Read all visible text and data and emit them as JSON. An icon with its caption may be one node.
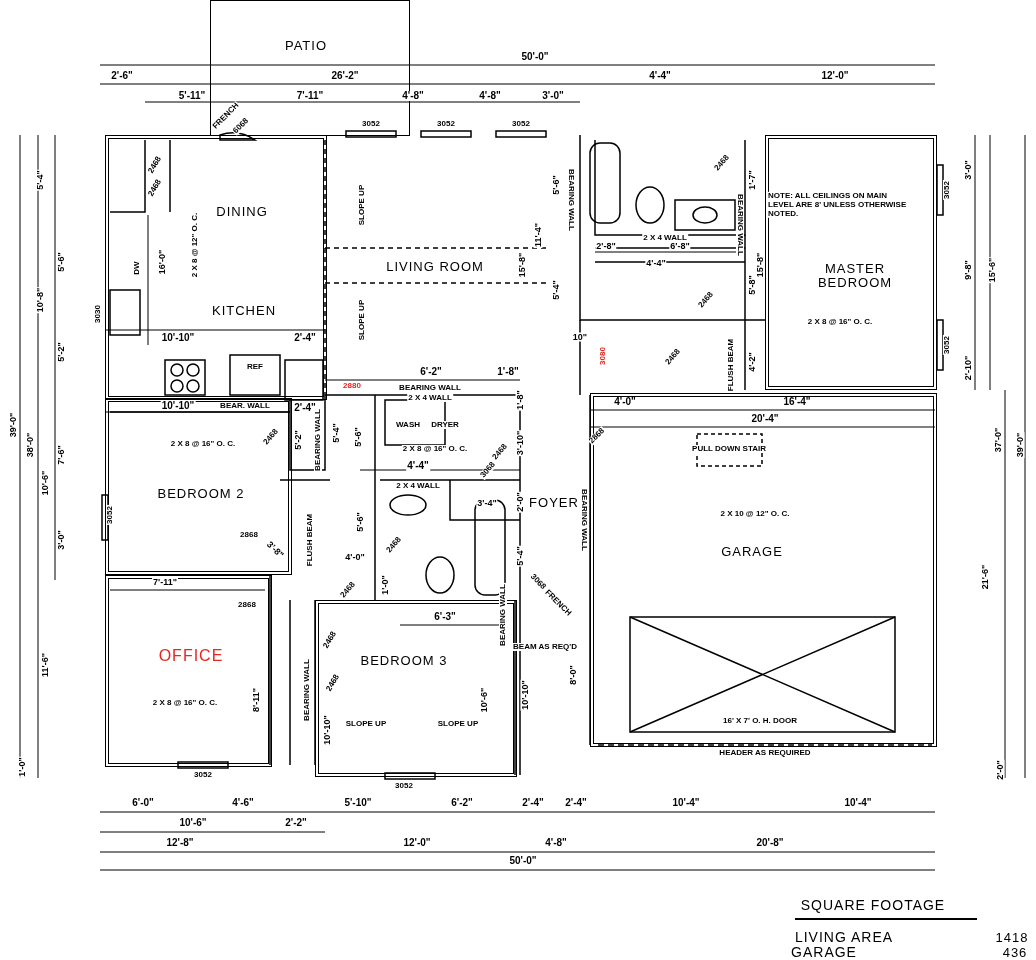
{
  "diagram": {
    "nodes": [
      {
        "text": [
          "PATIO"
        ]
      },
      {
        "text": [
          "DINING",
          "KITCHEN"
        ]
      },
      {
        "text": [
          "LIVING ROOM"
        ]
      },
      {
        "text": [
          "MASTER BEDROOM"
        ]
      },
      {
        "text": [
          "BEDROOM 2"
        ]
      },
      {
        "text": [
          "OFFICE"
        ]
      },
      {
        "text": [
          "BEDROOM 3"
        ]
      },
      {
        "text": [
          "FOYER"
        ]
      },
      {
        "text": [
          "GARAGE"
        ]
      }
    ],
    "edges": [],
    "labels": [
      "50'-0\"",
      "2'-6\"",
      "26'-2\"",
      "4'-4\"",
      "12'-0\"",
      "5'-11\"",
      "7'-11\"",
      "4'-8\"",
      "4'-8\"",
      "3'-0\"",
      "FRENCH",
      "6068",
      "3052",
      "3052",
      "3052",
      "5'-4\"",
      "2468",
      "2468",
      "5'-6\"",
      "1'-7\"",
      "2468",
      "BEARING WALL",
      "BEARING WALL",
      "NOTE: ALL CEILINGS ON MAIN LEVEL ARE 8' UNLESS OTHERWISE NOTED.",
      "3'-0\"",
      "2 X 8 @ 12\" O. C.",
      "SLOPE UP",
      "11'-4\"",
      "2 X 4 WALL",
      "2'-8\"",
      "6'-8\"",
      "5'-6\"",
      "16'-0\"",
      "DW",
      "15'-8\"",
      "4'-4\"",
      "15'-8\"",
      "5'-8\"",
      "9'-8\"",
      "15'-6\"",
      "10'-8\"",
      "5'-4\"",
      "3030",
      "SLOPE UP",
      "2 X 8 @ 16\" O. C.",
      "10'-10\"",
      "2'-4\"",
      "5'-2\"",
      "10\"",
      "2468",
      "REF",
      "2880",
      "6'-2\"",
      "1'-8\"",
      "3080",
      "2468",
      "FLUSH BEAM",
      "4'-2\"",
      "2'-10\"",
      "BEARING WALL",
      "2 X 4 WALL",
      "1'-8\"",
      "10'-10\"",
      "BEAR. WALL",
      "2'-4\"",
      "4'-0\"",
      "16'-4\"",
      "20'-4\"",
      "WASH",
      "DRYER",
      "39'-0\"",
      "38'-0\"",
      "2468",
      "5'-2\"",
      "BEARING WALL",
      "5'-4\"",
      "5'-6\"",
      "2 X 8 @ 16\" O. C.",
      "2 X 8 @ 16\" O. C.",
      "2868",
      "PULL DOWN STAIR",
      "3'-10\"",
      "7'-6\"",
      "37'-0\"",
      "39'-0\"",
      "2468",
      "4'-4\"",
      "3068",
      "10'-6\"",
      "2 X 4 WALL",
      "3'-4\"",
      "2'-0\"",
      "2 X 10 @ 12\" O. C.",
      "3052",
      "BEARING WALL",
      "2868",
      "FLUSH BEAM",
      "5'-6\"",
      "3'-8\"",
      "3'-0\"",
      "4'-0\"",
      "2468",
      "5'-4\"",
      "1'-0\"",
      "7'-11\"",
      "2468",
      "2868",
      "3068",
      "FRENCH",
      "6'-3\"",
      "BEARING WALL",
      "2468",
      "BEAM AS REQ'D",
      "11'-6\"",
      "21'-6\"",
      "2468",
      "8'-0\"",
      "BEARING WALL",
      "8'-11\"",
      "2 X 8 @ 16\" O. C.",
      "10'-6\"",
      "10'-10\"",
      "SLOPE UP",
      "SLOPE UP",
      "10'-10\"",
      "16' X 7' O. H. DOOR",
      "HEADER AS REQUIRED",
      "1'-0\"",
      "2'-0\"",
      "3052",
      "3052",
      "6'-0\"",
      "4'-6\"",
      "5'-10\"",
      "6'-2\"",
      "2'-4\"",
      "2'-4\"",
      "10'-4\"",
      "10'-4\"",
      "10'-6\"",
      "2'-2\"",
      "12'-8\"",
      "12'-0\"",
      "4'-8\"",
      "20'-8\"",
      "50'-0\"",
      "SQUARE FOOTAGE",
      "LIVING AREA",
      "1418",
      "GARAGE",
      "436",
      "3052",
      "3052"
    ]
  }
}
